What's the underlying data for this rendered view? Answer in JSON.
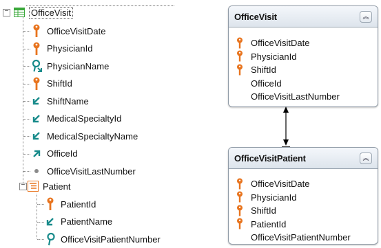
{
  "tree": {
    "root": {
      "label": "OfficeVisit",
      "icon": "transaction-table-icon",
      "expanded": true
    },
    "items": [
      {
        "label": "OfficeVisitDate",
        "icon": "primary-key-icon"
      },
      {
        "label": "PhysicianId",
        "icon": "primary-key-icon"
      },
      {
        "label": "PhysicianName",
        "icon": "inferred-search-key-icon"
      },
      {
        "label": "ShiftId",
        "icon": "primary-key-icon"
      },
      {
        "label": "ShiftName",
        "icon": "inferred-arrow-icon"
      },
      {
        "label": "MedicalSpecialtyId",
        "icon": "inferred-arrow-icon"
      },
      {
        "label": "MedicalSpecialtyName",
        "icon": "inferred-arrow-icon"
      },
      {
        "label": "OfficeId",
        "icon": "foreign-key-arrow-icon"
      },
      {
        "label": "OfficeVisitLastNumber",
        "icon": "attribute-dot-icon"
      }
    ],
    "level": {
      "label": "Patient",
      "icon": "level-icon",
      "expanded": true
    },
    "level_items": [
      {
        "label": "PatientId",
        "icon": "primary-key-icon"
      },
      {
        "label": "PatientName",
        "icon": "inferred-arrow-icon"
      },
      {
        "label": "OfficeVisitPatientNumber",
        "icon": "search-key-icon"
      }
    ]
  },
  "diagram": {
    "box1": {
      "title": "OfficeVisit",
      "attributes": [
        {
          "label": "OfficeVisitDate",
          "key": true
        },
        {
          "label": "PhysicianId",
          "key": true
        },
        {
          "label": "ShiftId",
          "key": true
        },
        {
          "label": "OfficeId",
          "key": false
        },
        {
          "label": "OfficeVisitLastNumber",
          "key": false
        }
      ]
    },
    "box2": {
      "title": "OfficeVisitPatient",
      "attributes": [
        {
          "label": "OfficeVisitDate",
          "key": true
        },
        {
          "label": "PhysicianId",
          "key": true
        },
        {
          "label": "ShiftId",
          "key": true
        },
        {
          "label": "PatientId",
          "key": true
        },
        {
          "label": "OfficeVisitPatientNumber",
          "key": false
        }
      ]
    }
  },
  "colors": {
    "key": "#e8741e",
    "teal": "#1a8c8c",
    "level": "#e8741e",
    "table_icon": "#3aa83a"
  }
}
